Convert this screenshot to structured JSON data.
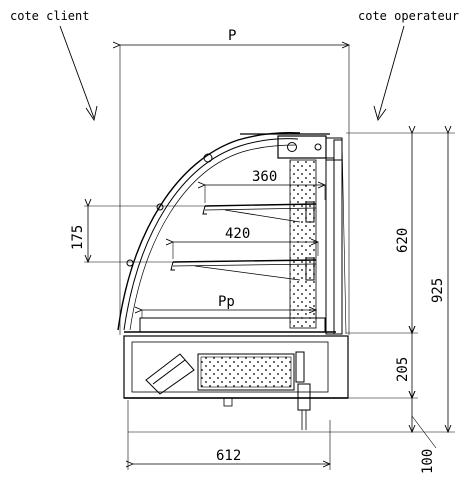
{
  "labels": {
    "client_side": "cote client",
    "operator_side": "cote operateur"
  },
  "dimensions": {
    "overall_depth": "P",
    "shelf_upper": "360",
    "shelf_lower": "420",
    "shelf_spacing": "175",
    "display_depth": "Pp",
    "base_width": "612",
    "display_height": "620",
    "total_height": "925",
    "base_height": "205",
    "foot_height": "100"
  }
}
